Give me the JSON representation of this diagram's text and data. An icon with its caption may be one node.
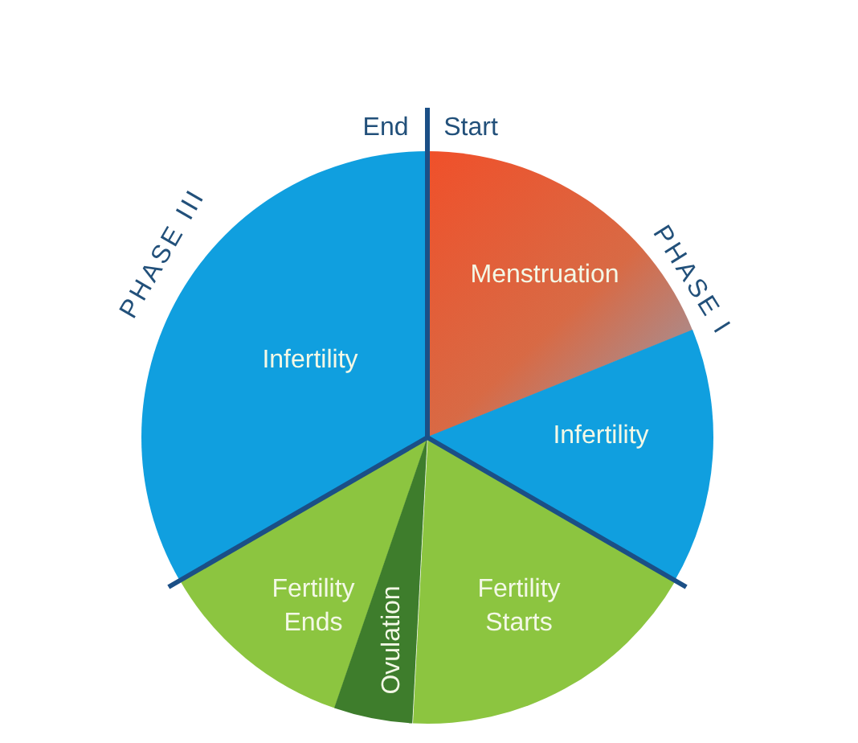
{
  "diagram": {
    "nodes": [
      {
        "text": [
          "Menstruation"
        ]
      },
      {
        "text": [
          "Infertility"
        ]
      },
      {
        "text": [
          "Infertility"
        ]
      },
      {
        "text": [
          "Fertility Ends"
        ]
      },
      {
        "text": [
          "Ovulation"
        ]
      },
      {
        "text": [
          "Fertility Starts"
        ]
      }
    ],
    "labels": [
      "End",
      "Start",
      "PHASE III",
      "PHASE I"
    ]
  }
}
